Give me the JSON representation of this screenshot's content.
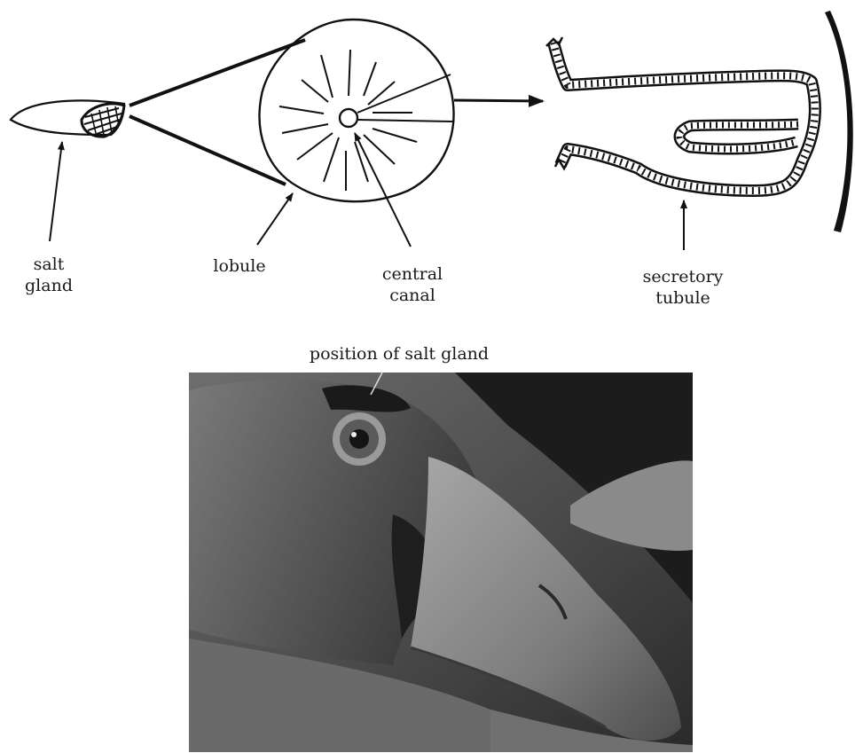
{
  "labels": {
    "salt_gland": [
      "salt",
      "gland"
    ],
    "lobule": "lobule",
    "central_canal": [
      "central",
      "canal"
    ],
    "secretory_tubule": [
      "secretory",
      "tubule"
    ],
    "photo_caption": "position of salt gland"
  },
  "icons": {
    "gland": "salt-gland-sketch",
    "lobule": "lobule-cross-section",
    "tubule": "secretory-tubule-sketch",
    "photo": "goose-head-photograph"
  },
  "colors": {
    "ink": "#111111",
    "paper": "#ffffff"
  }
}
